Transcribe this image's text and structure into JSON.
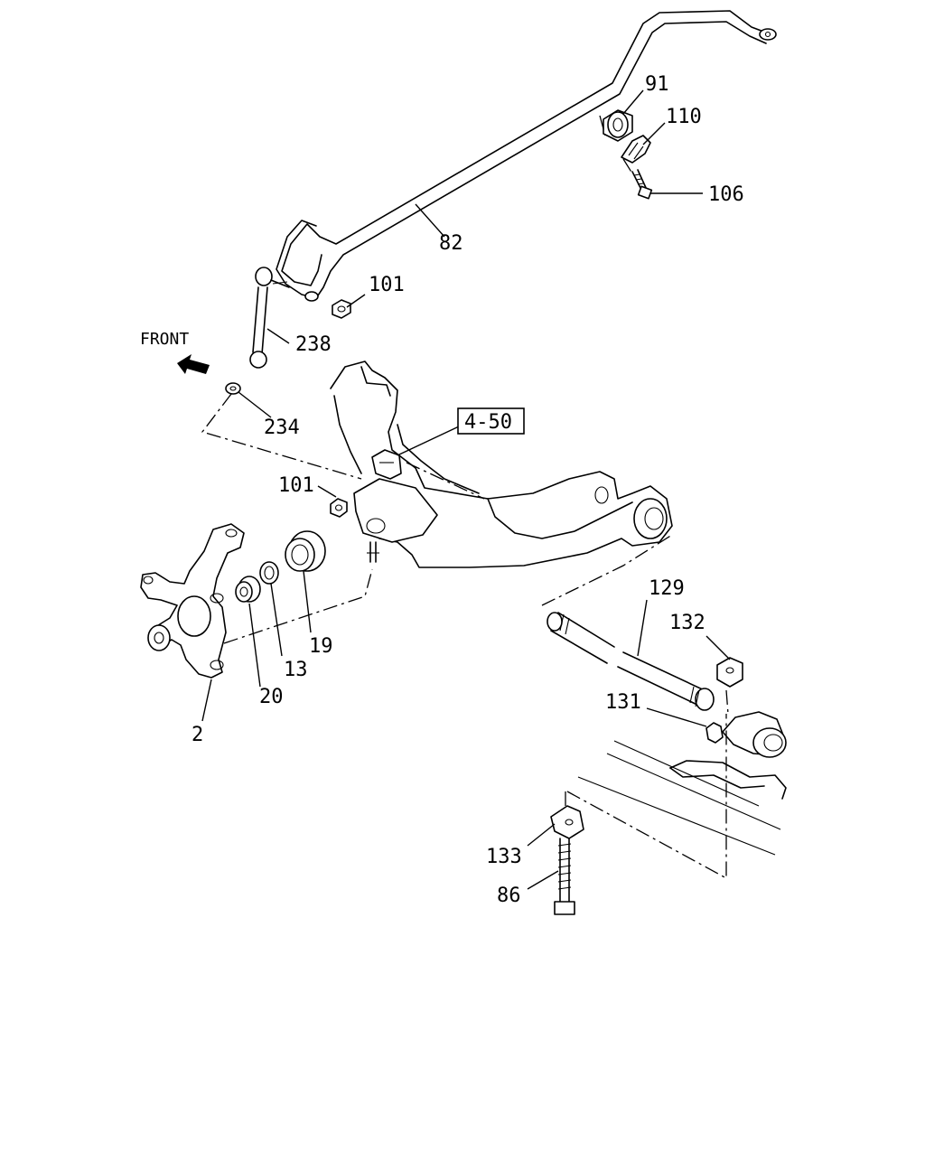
{
  "direction": {
    "label": "FRONT"
  },
  "reference": {
    "label": "4-50"
  },
  "callouts": {
    "c91": "91",
    "c110": "110",
    "c106": "106",
    "c82": "82",
    "c101_top": "101",
    "c238": "238",
    "c234": "234",
    "c101_mid": "101",
    "c129": "129",
    "c132": "132",
    "c131": "131",
    "c19": "19",
    "c13": "13",
    "c20": "20",
    "c2": "2",
    "c133": "133",
    "c86": "86"
  }
}
